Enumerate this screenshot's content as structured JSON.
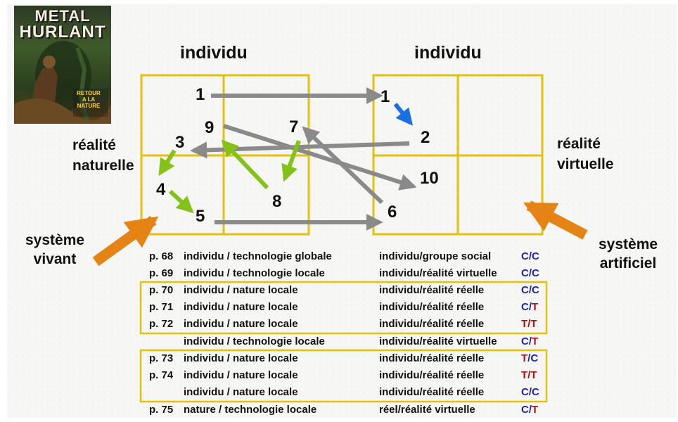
{
  "cover": {
    "masthead_top": "METAL",
    "masthead_bottom": "HURLANT",
    "subtitle_lines": [
      "RETOUR",
      "A LA",
      "NATURE"
    ],
    "overlay_text": "METAL HURLANT"
  },
  "diagram": {
    "left_title": "individu",
    "right_title": "individu",
    "left_side_label": "réalité\nnaturelle",
    "right_side_label": "réalité\nvirtuelle",
    "bottom_left_label": "système\nvivant",
    "bottom_right_label": "système\nartificiel",
    "numbers": {
      "n1_left": "1",
      "n9": "9",
      "n3": "3",
      "n4": "4",
      "n5": "5",
      "n7": "7",
      "n8": "8",
      "n1_right": "1",
      "n2": "2",
      "n10": "10",
      "n6": "6"
    },
    "colors": {
      "grid_line": "#e3c20d",
      "arrow_gray": "#8a8a8a",
      "arrow_green": "#84c21a",
      "arrow_blue": "#1b6fe6",
      "arrow_orange": "#e58314"
    }
  },
  "table": {
    "rows": [
      {
        "page": "p. 68",
        "left": "individu / technologie globale",
        "right": "individu/groupe social",
        "code_a": "C",
        "code_b": "C",
        "color_a": "blue",
        "color_b": "blue"
      },
      {
        "page": "p. 69",
        "left": "individu / technologie  locale",
        "right": "individu/réalité virtuelle",
        "code_a": "C",
        "code_b": "C",
        "color_a": "blue",
        "color_b": "blue"
      },
      {
        "page": "p. 70",
        "left": "individu / nature locale",
        "right": "individu/réalité réelle",
        "code_a": "C",
        "code_b": "C",
        "color_a": "blue",
        "color_b": "blue"
      },
      {
        "page": "p. 71",
        "left": "individu / nature locale",
        "right": "individu/réalité réelle",
        "code_a": "C",
        "code_b": "T",
        "color_a": "blue",
        "color_b": "red"
      },
      {
        "page": "p. 72",
        "left": "individu / nature locale",
        "right": "individu/réalité réelle",
        "code_a": "T",
        "code_b": "T",
        "color_a": "red",
        "color_b": "red"
      },
      {
        "page": "",
        "left": "individu / technologie  locale",
        "right": "individu/réalité virtuelle",
        "code_a": "C",
        "code_b": "T",
        "color_a": "blue",
        "color_b": "red"
      },
      {
        "page": "p. 73",
        "left": "individu / nature locale",
        "right": "individu/réalité réelle",
        "code_a": "T",
        "code_b": "C",
        "color_a": "red",
        "color_b": "blue"
      },
      {
        "page": "p. 74",
        "left": "individu / nature locale",
        "right": "individu/réalité réelle",
        "code_a": "T",
        "code_b": "T",
        "color_a": "red",
        "color_b": "red"
      },
      {
        "page": "",
        "left": "individu / nature locale",
        "right": "individu/réalité réelle",
        "code_a": "C",
        "code_b": "C",
        "color_a": "blue",
        "color_b": "blue"
      },
      {
        "page": "p. 75",
        "left": "  nature / technologie  locale",
        "right": "réel/réalité virtuelle",
        "code_a": "C",
        "code_b": "T",
        "color_a": "blue",
        "color_b": "red"
      }
    ]
  }
}
